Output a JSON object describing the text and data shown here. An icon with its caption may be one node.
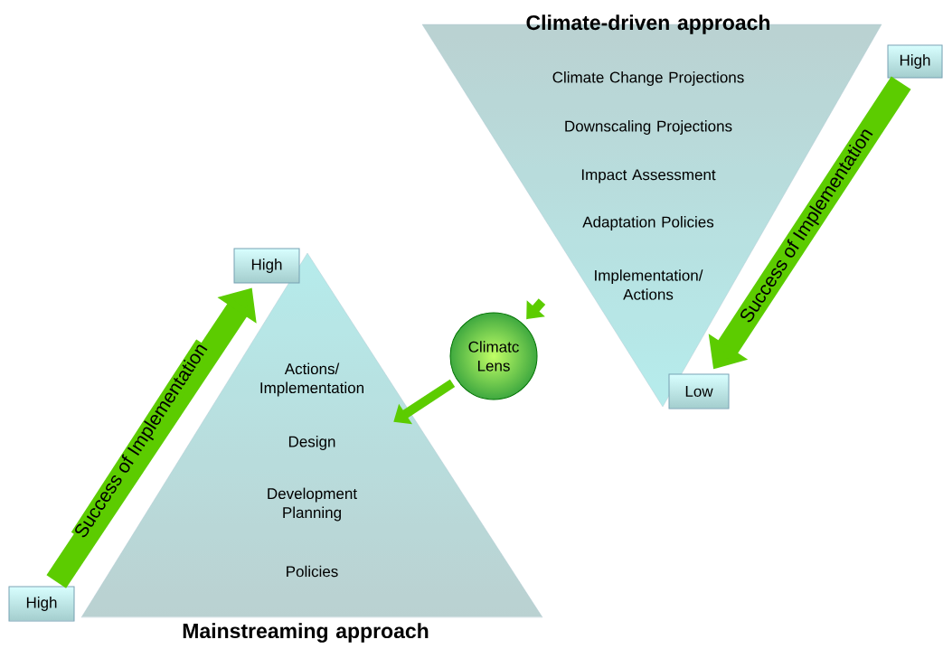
{
  "diagram": {
    "nodes": [
      {
        "text": [
          "Climate-driven approach",
          "Climate Change  Projections",
          "Downscaling Projections",
          "Impact Assessment",
          "Adaptation Policies",
          "Implementation/ Actions"
        ]
      },
      {
        "text": [
          "High"
        ]
      },
      {
        "text": [
          "Low"
        ]
      },
      {
        "text": [
          "Climatc Lens"
        ]
      },
      {
        "text": [
          "Actions/ Implementation",
          "Design",
          "Development Planning",
          "Policies",
          "Mainstreaming approach"
        ]
      },
      {
        "text": [
          "High"
        ]
      },
      {
        "text": [
          "High"
        ]
      }
    ],
    "edges": [
      {
        "from": 0,
        "to": 3,
        "arrow": "to"
      },
      {
        "from": 3,
        "to": 4,
        "arrow": "to"
      },
      {
        "from": 1,
        "to": 2,
        "arrow": "to",
        "label": "Success of Implementation",
        "style": "thick"
      },
      {
        "from": 6,
        "to": 5,
        "arrow": "to",
        "label": "Success of Implementation",
        "style": "thick"
      }
    ]
  }
}
